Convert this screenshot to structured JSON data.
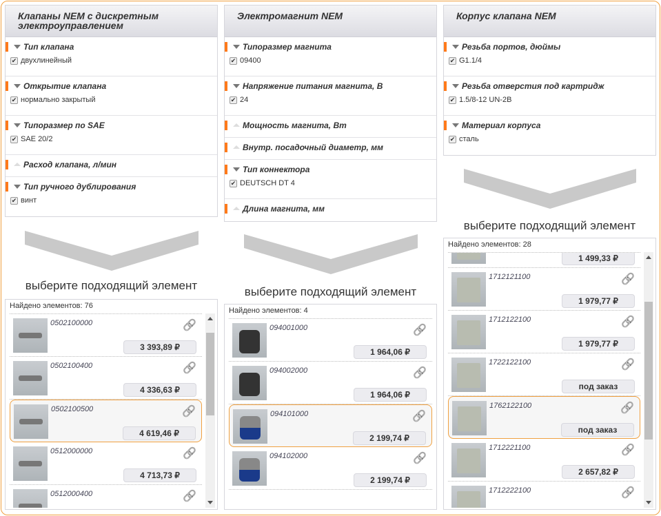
{
  "pick_label": "выберите подходящий элемент",
  "columns": [
    {
      "title": "Клапаны NEM с дискретным электроуправлением",
      "filters": [
        {
          "label": "Тип клапана",
          "open": true,
          "value": "двухлинейный"
        },
        {
          "label": "Открытие клапана",
          "open": true,
          "value": "нормально закрытый"
        },
        {
          "label": "Типоразмер по SAE",
          "open": true,
          "value": "SAE 20/2"
        },
        {
          "label": "Расход клапана, л/мин",
          "open": false
        },
        {
          "label": "Тип ручного дублирования",
          "open": true,
          "value": "винт"
        }
      ],
      "found": "Найдено элементов: 76",
      "items": [
        {
          "code": "0502100000",
          "price": "3 393,89 ₽"
        },
        {
          "code": "0502100400",
          "price": "4 336,63 ₽"
        },
        {
          "code": "0502100500",
          "price": "4 619,46 ₽",
          "selected": true
        },
        {
          "code": "0512000000",
          "price": "4 713,73 ₽"
        },
        {
          "code": "0512000400",
          "price": ""
        }
      ]
    },
    {
      "title": "Электромагнит NEM",
      "filters": [
        {
          "label": "Типоразмер магнита",
          "open": true,
          "value": "09400"
        },
        {
          "label": "Напряжение питания магнита, В",
          "open": true,
          "value": "24"
        },
        {
          "label": "Мощность магнита, Вт",
          "open": false
        },
        {
          "label": "Внутр. посадочный диаметр, мм",
          "open": false
        },
        {
          "label": "Тип коннектора",
          "open": true,
          "value": "DEUTSCH DT 4"
        },
        {
          "label": "Длина магнита, мм",
          "open": false
        }
      ],
      "found": "Найдено элементов: 4",
      "items": [
        {
          "code": "094001000",
          "price": "1 964,06 ₽"
        },
        {
          "code": "094002000",
          "price": "1 964,06 ₽"
        },
        {
          "code": "094101000",
          "price": "2 199,74 ₽",
          "selected": true
        },
        {
          "code": "094102000",
          "price": "2 199,74 ₽"
        }
      ]
    },
    {
      "title": "Корпус клапана NEM",
      "filters": [
        {
          "label": "Резьба портов, дюймы",
          "open": true,
          "value": "G1.1/4"
        },
        {
          "label": "Резьба отверстия под картридж",
          "open": true,
          "value": "1.5/8-12 UN-2B"
        },
        {
          "label": "Материал корпуса",
          "open": true,
          "value": "сталь"
        }
      ],
      "found": "Найдено элементов: 28",
      "items": [
        {
          "code": "",
          "price": "1 499,33 ₽"
        },
        {
          "code": "1712121100",
          "price": "1 979,77 ₽"
        },
        {
          "code": "1712122100",
          "price": "1 979,77 ₽"
        },
        {
          "code": "1722122100",
          "price": "под заказ"
        },
        {
          "code": "1762122100",
          "price": "под заказ",
          "selected": true
        },
        {
          "code": "1712221100",
          "price": "2 657,82 ₽"
        },
        {
          "code": "1712222100",
          "price": ""
        }
      ]
    }
  ]
}
